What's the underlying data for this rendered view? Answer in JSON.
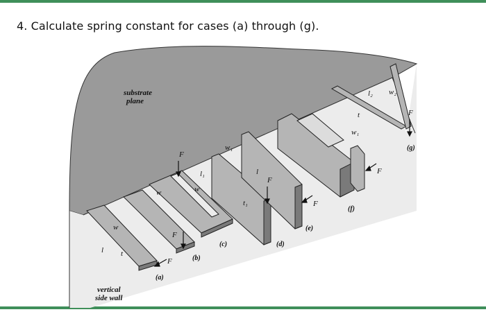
{
  "question": {
    "text": "4. Calculate spring constant for cases (a) through (g)."
  },
  "figure": {
    "substrate_label": [
      "substrate",
      "plane"
    ],
    "side_wall_label": [
      "vertical",
      "side wall"
    ],
    "case_labels": [
      "(a)",
      "(b)",
      "(c)",
      "(d)",
      "(e)",
      "(f)",
      "(g)"
    ],
    "symbols": {
      "F": "F",
      "w": "w",
      "l": "l",
      "t": "t",
      "l1": "l₁",
      "t1": "t₁",
      "w1": "w₁",
      "l2": "l₂",
      "w2": "w₂"
    },
    "colors": {
      "substrate": "#9a9a9a",
      "beam_top": "#b5b5b5",
      "beam_side": "#7a7a7a",
      "wall": "#e9e9e9",
      "frame": "#3f8f5a"
    }
  }
}
